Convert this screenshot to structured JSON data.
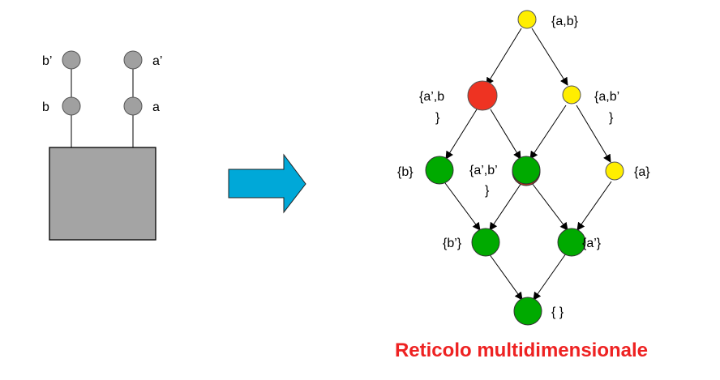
{
  "left": {
    "pins": [
      {
        "top": "b’",
        "bottom": "b"
      },
      {
        "top": "a’",
        "bottom": "a"
      }
    ],
    "pin_color": "#a0a0a0",
    "box_color": "#a4a4a4"
  },
  "arrow": {
    "color": "#00a8d8",
    "icon": "right-arrow-icon"
  },
  "lattice": {
    "node_labels": {
      "ab": "{a,b}",
      "a1b_l1": "{a’,b",
      "a1b_l2": "}",
      "ab1_l1": "{a,b’",
      "ab1_l2": "}",
      "b": "{b}",
      "a1b1_l1": "{a’,b’",
      "a1b1_l2": "}",
      "a": "{a}",
      "b1": "{b’}",
      "a1": "{a’}",
      "empty": "{ }"
    },
    "colors": {
      "yellow": "#ffee00",
      "red": "#ee3322",
      "green": "#00aa00"
    }
  },
  "caption": {
    "text": "Reticolo multidimensionale",
    "color": "#ee2222"
  }
}
